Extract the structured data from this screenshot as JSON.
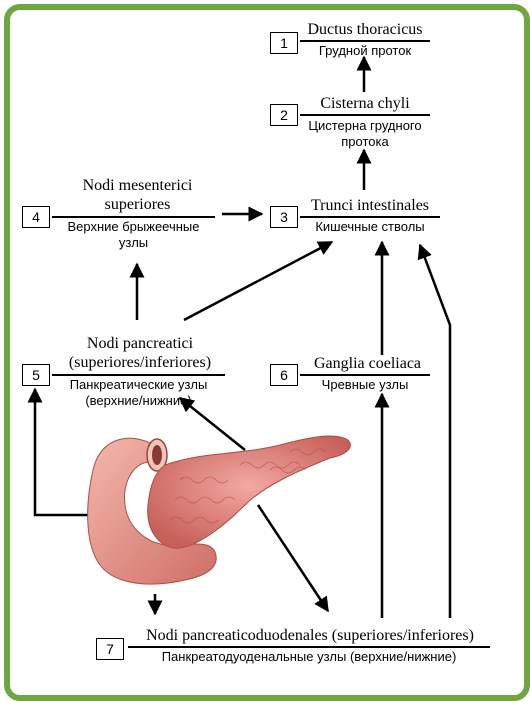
{
  "nodes": [
    {
      "id": "1",
      "number": "1",
      "latin": "Ductus thoracicus",
      "russian": "Грудной проток"
    },
    {
      "id": "2",
      "number": "2",
      "latin": "Cisterna chyli",
      "russian": "Цистерна грудного протока"
    },
    {
      "id": "3",
      "number": "3",
      "latin": "Trunci intestinales",
      "russian": "Кишечные стволы"
    },
    {
      "id": "4",
      "number": "4",
      "latin": "Nodi mesenterici superiores",
      "russian": "Верхние брыжеечные узлы"
    },
    {
      "id": "5",
      "number": "5",
      "latin": "Nodi pancreatici (superiores/inferiores)",
      "russian": "Панкреатические узлы (верхние/нижние)"
    },
    {
      "id": "6",
      "number": "6",
      "latin": "Ganglia coeliaca",
      "russian": "Чревные узлы"
    },
    {
      "id": "7",
      "number": "7",
      "latin": "Nodi pancreaticoduodenales (superiores/inferiores)",
      "russian": "Панкреатодуоденальные узлы (верхние/нижние)"
    }
  ],
  "colors": {
    "frame": "#6fa641",
    "pancreas": "#e08a84",
    "pancreas_dark": "#b85a55",
    "duodenum": "#e9a195"
  },
  "illustration": {
    "name": "pancreas-with-duodenum"
  }
}
